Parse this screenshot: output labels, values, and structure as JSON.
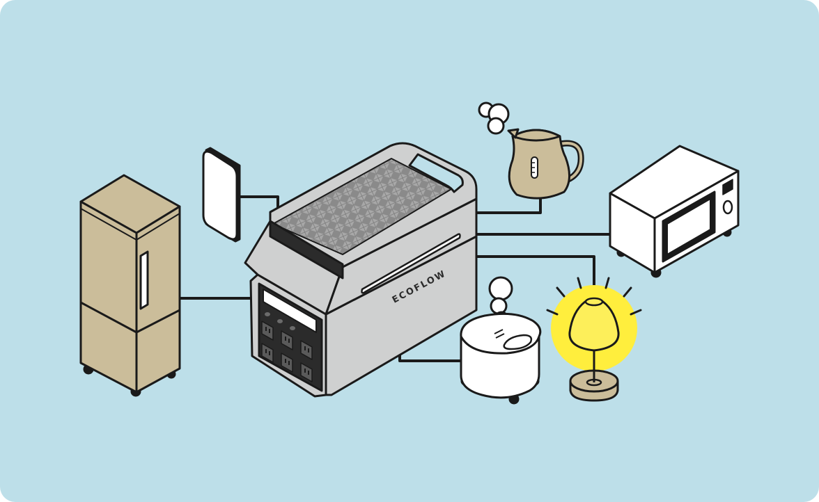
{
  "brand": {
    "logo_text": "ECOFLOW"
  },
  "colors": {
    "background": "#bddfe9",
    "outline": "#1a1a1a",
    "tan": "#cbbd9a",
    "station_body": "#cfd0d0",
    "station_dark": "#2b2b2b",
    "white": "#ffffff",
    "lamp_glow": "#ffee3d",
    "lamp_shade": "#fdef5a",
    "tablet_screen": "#ffffff"
  },
  "devices": [
    {
      "id": "refrigerator",
      "icon": "refrigerator-icon"
    },
    {
      "id": "tablet-light",
      "icon": "tablet-light-icon"
    },
    {
      "id": "power-station",
      "icon": "power-station-icon"
    },
    {
      "id": "kettle",
      "icon": "kettle-icon"
    },
    {
      "id": "microwave",
      "icon": "microwave-icon"
    },
    {
      "id": "humidifier",
      "icon": "humidifier-icon"
    },
    {
      "id": "lamp",
      "icon": "lamp-icon"
    }
  ]
}
